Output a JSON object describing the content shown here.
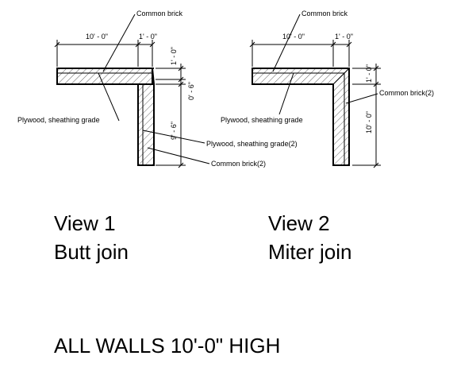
{
  "view1": {
    "label_common_brick": "Common brick",
    "label_plywood": "Plywood, sheathing grade",
    "label_plywood2": "Plywood, sheathing grade(2)",
    "label_common_brick2": "Common brick(2)",
    "dim_top_long": "10' - 0\"",
    "dim_top_short": "1' - 0\"",
    "dim_right_top": "1' - 0\"",
    "dim_right_mid": "0' - 6\"",
    "dim_right_long": "9' - 6\"",
    "title": "View 1",
    "subtitle": "Butt join"
  },
  "view2": {
    "label_common_brick": "Common brick",
    "label_plywood": "Plywood, sheathing grade",
    "label_common_brick2": "Common brick(2)",
    "dim_top_long": "10' - 0\"",
    "dim_top_short": "1' - 0\"",
    "dim_right_top": "1' - 0\"",
    "dim_right_long": "10' - 0\"",
    "title": "View 2",
    "subtitle": "Miter join"
  },
  "footer": "ALL WALLS 10'-0\" HIGH"
}
